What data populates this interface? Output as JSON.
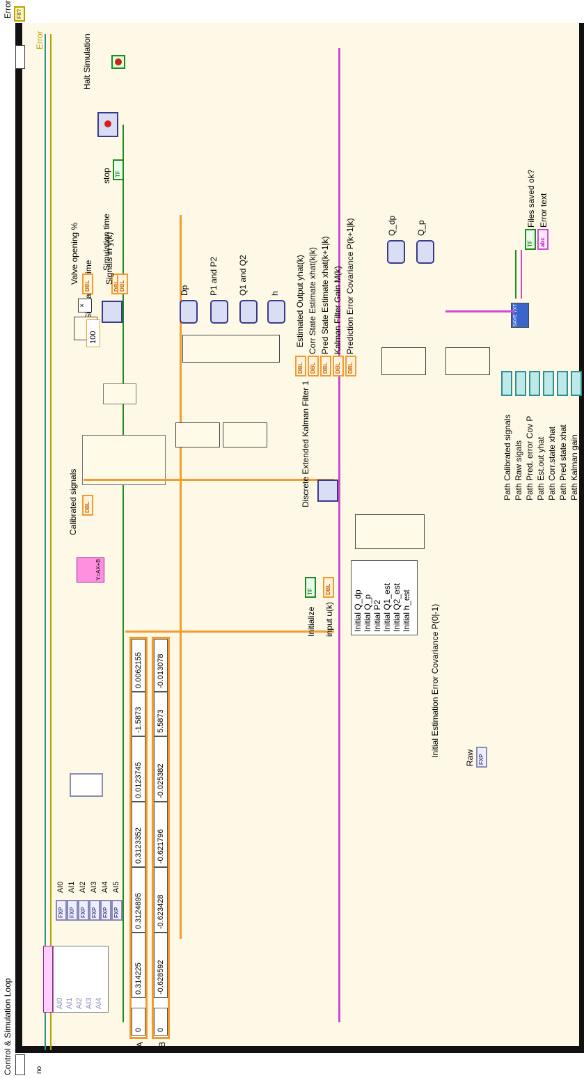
{
  "loop": {
    "title": "Control & Simulation Loop"
  },
  "error": {
    "in_label": "Error",
    "out_label": "Error",
    "terminal_type": "F8?"
  },
  "left_terminals": {
    "value": "no",
    "glyph": "→·⇲"
  },
  "halt": {
    "label": "Halt Simulation",
    "stop_label": "stop"
  },
  "sim_time": {
    "label": "Simulation Time",
    "out_label": "Simulation time"
  },
  "inputs": {
    "channels": [
      "AI0",
      "AI1",
      "AI2",
      "AI3",
      "AI4",
      "AI5"
    ],
    "type_fxp": "FXP"
  },
  "matrix_a": {
    "label": "A",
    "index": "0",
    "values": [
      "0.314225",
      "0.3124895",
      "0.3123352",
      "0.0123745",
      "-1.5873",
      "0.0062155"
    ]
  },
  "matrix_b": {
    "label": "B",
    "index": "0",
    "values": [
      "-0.628592",
      "-0.623428",
      "-0.621796",
      "-0.025382",
      "5.5873",
      "-0.013078"
    ]
  },
  "calibration": {
    "formula": "Y=AX+B",
    "label": "Calibrated signals"
  },
  "valve": {
    "multiplier": "100",
    "label": "Valve opening %"
  },
  "signals": {
    "label": "Signals in y(k)"
  },
  "kalman": {
    "title": "Discrete Extended Kalman Filter 1",
    "initialize": "Initialize",
    "input": "input u(k)",
    "outputs": [
      "Estimated Output yhat(k)",
      "Corr State Estimate xhat(k|k)",
      "Pred State Estimate xhat(k+1|k)",
      "Kalman Filter Gain M(k)",
      "Prediction Error Covariance P(k+1|k)"
    ],
    "initial_inputs": [
      "Initial Q_dp",
      "Initial Q_p",
      "Initial P2",
      "Initial Q1_est",
      "Initial Q2_est",
      "Initial h_est"
    ],
    "initial_cov": "Initial Estimation Error Covariance P(0|-1)"
  },
  "graphs": {
    "top": [
      "Dp",
      "P1 and P2",
      "Q1 and Q2",
      "h"
    ],
    "right": [
      "Q_dp",
      "Q_p"
    ]
  },
  "raw": {
    "label": "Raw",
    "type": "FXP"
  },
  "save": {
    "paths": [
      "Path Calibrated signals",
      "Path Raw sigals",
      "Path Pred. error Cov P",
      "Path Est.out yhat",
      "Path Corr.state xhat",
      "Path Pred state xhat",
      "Path Kalman gain"
    ],
    "ok_label": "Files saved ok?",
    "error_label": "Error text",
    "node_label": "SAVE TXT"
  },
  "types": {
    "dbl": "DBL",
    "tf": "TF",
    "abc": "abc"
  },
  "colors": {
    "double_wire": "#f29b2f",
    "fxp_wire": "#8a8ab8",
    "bool_wire": "#1f8a1f",
    "string_wire": "#d04ad0",
    "path_wire": "#2c9090",
    "error_wire": "#b8a000",
    "frame": "#111111",
    "background": "#fdf9e6"
  }
}
